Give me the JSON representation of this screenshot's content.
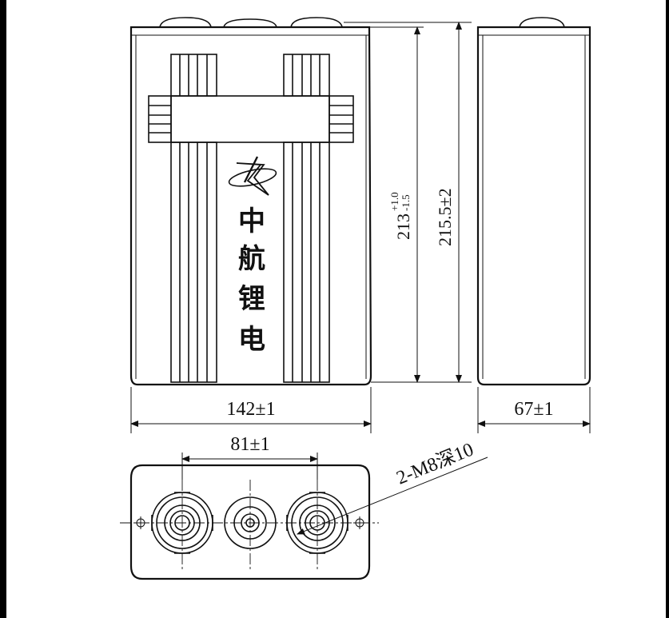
{
  "logo_text": [
    "中",
    "航",
    "锂",
    "电"
  ],
  "dimensions": {
    "width_front": "142±1",
    "width_side": "67±1",
    "terminal_pitch": "81±1",
    "height_body": "213",
    "height_body_tol_upper": "+1.0",
    "height_body_tol_lower": "-1.5",
    "height_total": "215.5±2",
    "thread_spec": "2-M8深10"
  },
  "icons": [
    "logo-swirl-icon",
    "crosshair-icon"
  ]
}
